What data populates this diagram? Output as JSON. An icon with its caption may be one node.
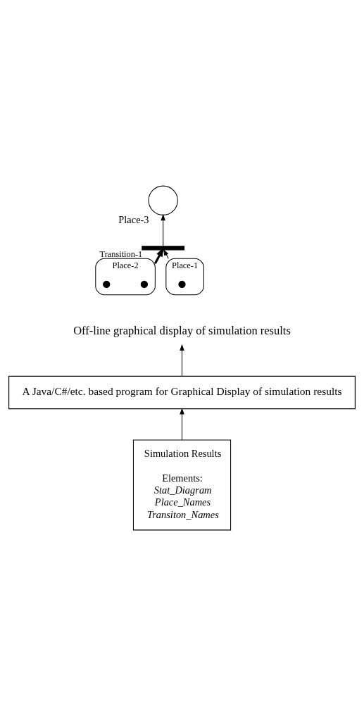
{
  "diagram": {
    "nodes": [
      {
        "text": [
          "Place-1"
        ]
      },
      {
        "text": [],
        "shape": "circle",
        "in": 0
      },
      {
        "text": [
          "Place-2"
        ]
      },
      {
        "text": [],
        "shape": "circle",
        "in": 2
      },
      {
        "text": [],
        "shape": "circle",
        "in": 2
      },
      {
        "text": [
          "Transition-1"
        ]
      },
      {
        "text": [
          "Place-3"
        ]
      },
      {
        "text": [
          "Off-line graphical display of simulation results"
        ]
      },
      {
        "text": [
          "A Java/C#/etc. based program for Graphical Display of simulation results"
        ]
      },
      {
        "text": [
          "Simulation Results",
          "Elements:",
          "Stat_Diagram",
          "Place_Names",
          "Transiton_Names"
        ]
      }
    ],
    "edges": [
      {
        "from": 0,
        "to": 5,
        "arrow": "to"
      },
      {
        "from": 2,
        "to": 5,
        "arrow": "to",
        "style": "thick"
      },
      {
        "from": 5,
        "to": 6,
        "arrow": "to"
      },
      {
        "from": 8,
        "to": 7,
        "arrow": "to"
      },
      {
        "from": 9,
        "to": 8,
        "arrow": "to"
      }
    ]
  }
}
